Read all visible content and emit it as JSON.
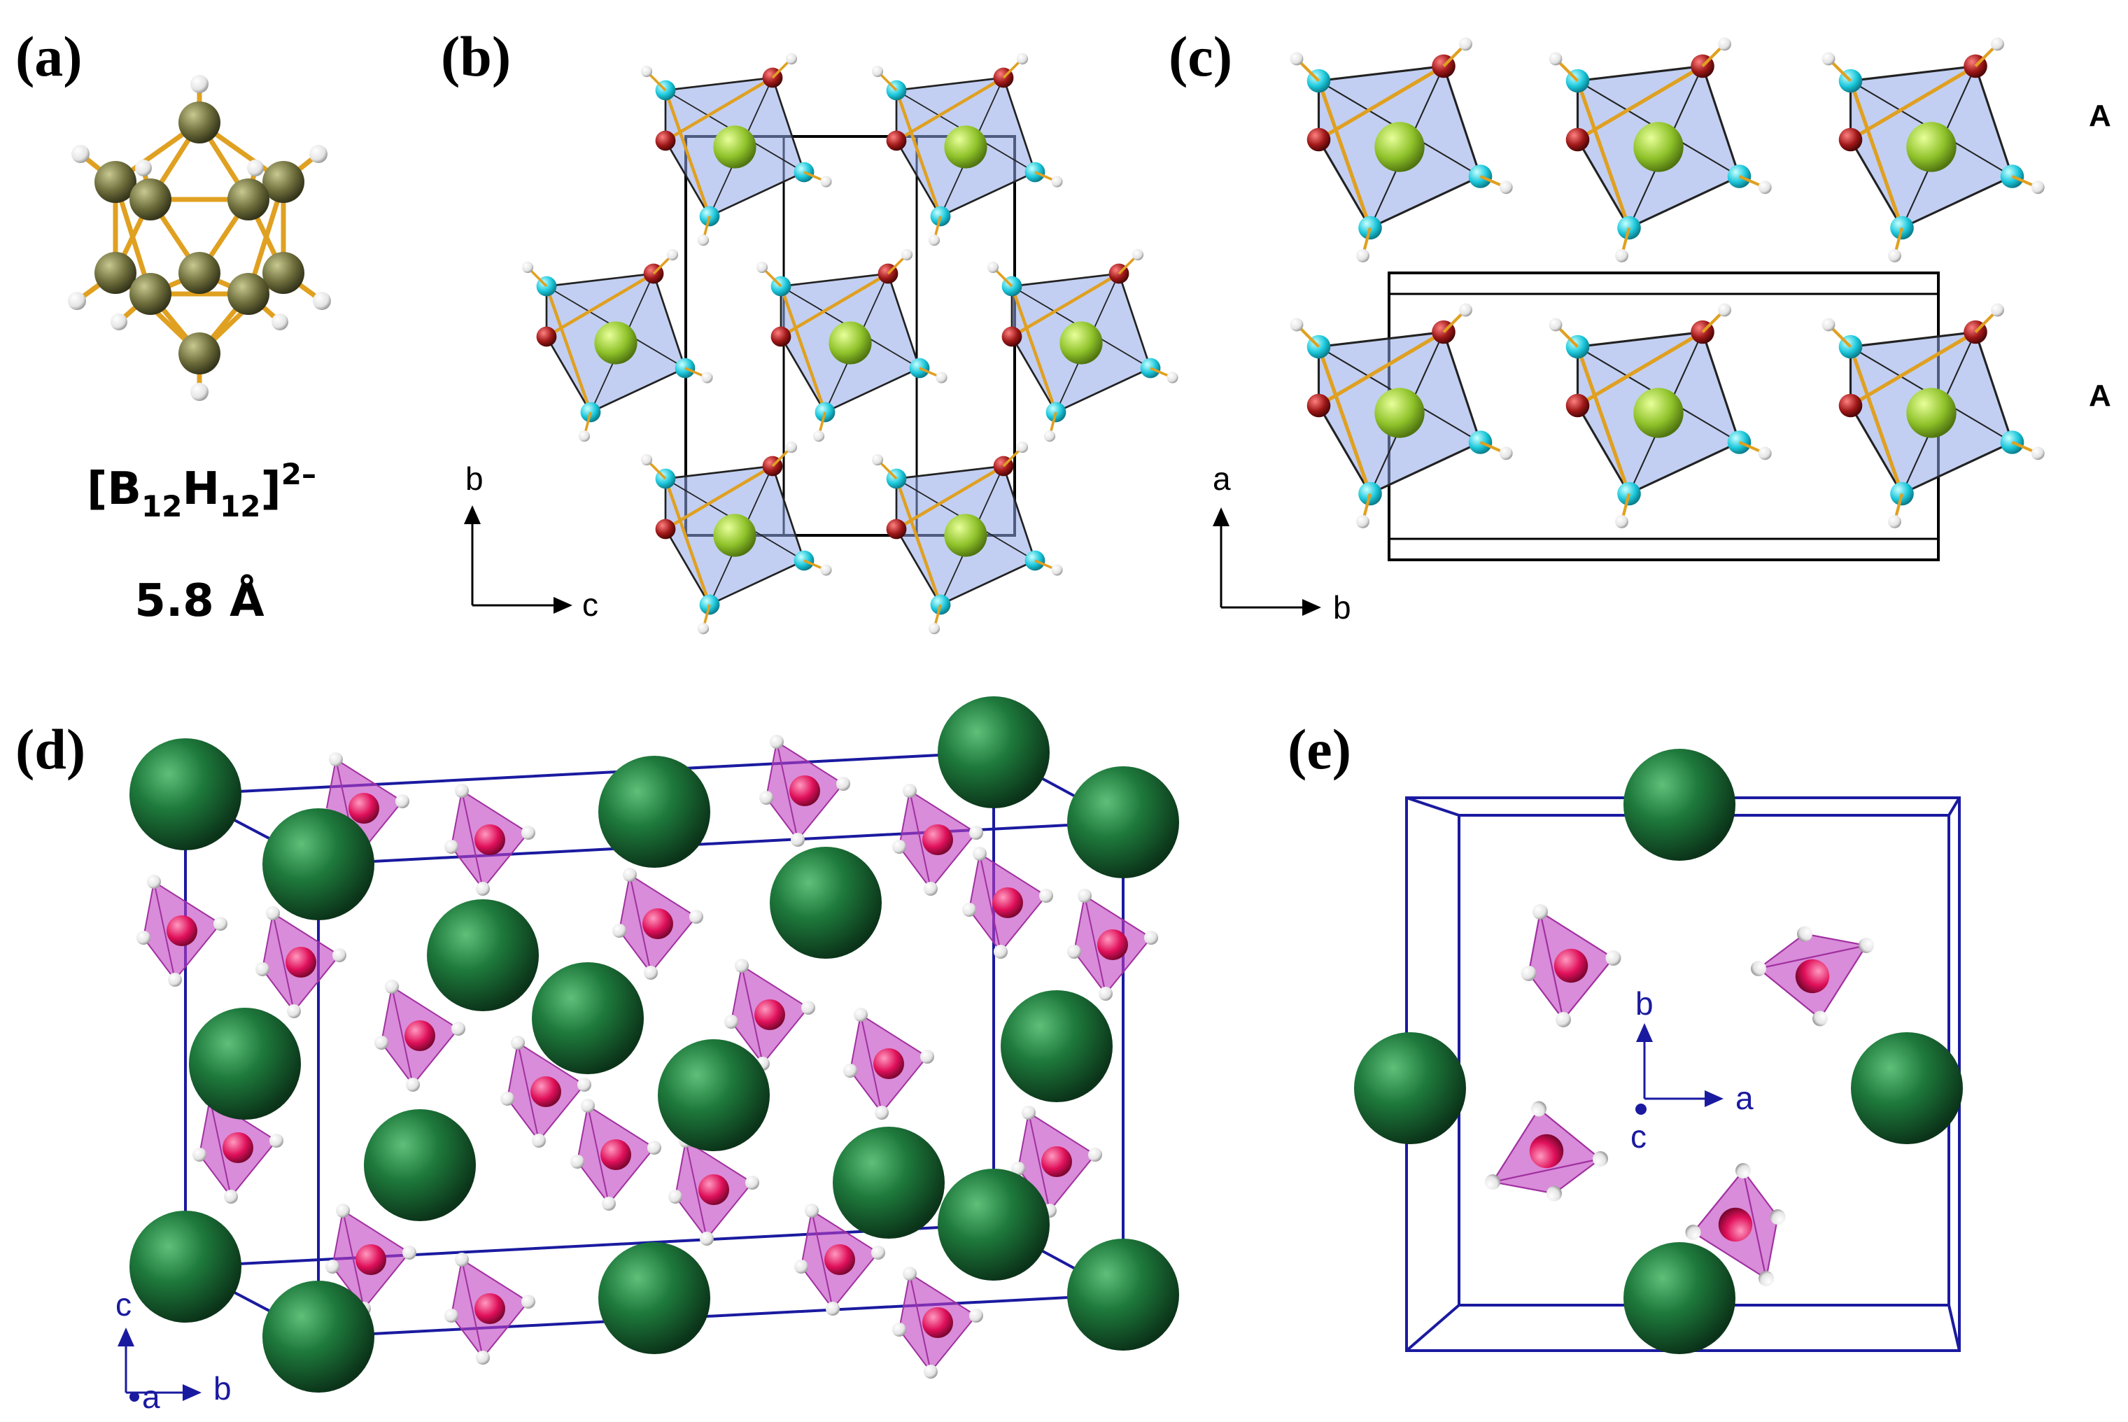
{
  "panels": {
    "a": {
      "label": "(a)",
      "formula": {
        "open": "[B",
        "sub1": "12",
        "mid": "H",
        "sub2": "12",
        "close": "]",
        "charge": "2–"
      },
      "size": "5.8 Å"
    },
    "b": {
      "label": "(b)",
      "axis_up": "b",
      "axis_right": "c"
    },
    "c": {
      "label": "(c)",
      "axis_up": "a",
      "axis_right": "b",
      "layer_top": "A",
      "layer_bottom": "A"
    },
    "d": {
      "label": "(d)",
      "axis_up": "c",
      "axis_dot": "a",
      "axis_right": "b"
    },
    "e": {
      "label": "(e)",
      "axis_up": "b",
      "axis_right": "a",
      "axis_dot": "c"
    }
  },
  "colors": {
    "boron_atom": "#6b6b3a",
    "bond": "#e0a020",
    "hydrogen": "#f0f0f0",
    "polyhedron": "#8fa8e8",
    "cation_green": "#9acd32",
    "anion_cyan": "#22d0e0",
    "anion_red": "#a01818",
    "big_cation": "#1e7a3c",
    "tetra_magenta": "#c040c0",
    "tetra_center": "#e0105a",
    "cell_line": "#1a1aa0"
  },
  "icons": [
    "icosahedron-icon",
    "octahedron-icon",
    "tetrahedron-icon",
    "sphere-icon"
  ]
}
